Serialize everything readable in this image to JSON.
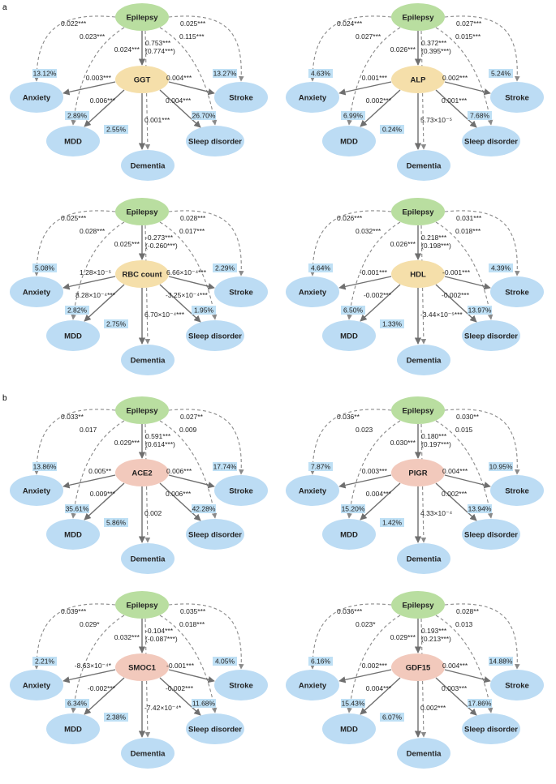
{
  "section_labels": [
    "a",
    "b"
  ],
  "colors": {
    "exposure": "#b9dea0",
    "mediator_blood": "#f5dfaa",
    "mediator_protein": "#f2c9bc",
    "outcome": "#bcdcf4",
    "pct_box": "#bfe0f5",
    "solid_arrow": "#6f6f6f",
    "dashed_arrow": "#8a8a8a"
  },
  "panels": [
    {
      "section": "a",
      "exposure": "Epilepsy",
      "mediator": "GGT",
      "mediator_type": "blood",
      "outcomes": [
        "Anxiety",
        "MDD",
        "Dementia",
        "Sleep disorder",
        "Stroke"
      ],
      "exposure_to_mediator": [
        "0.753***",
        "(0.774***)"
      ],
      "direct_outer_left": "0.022***",
      "direct_outer_right": "0.025***",
      "direct_inner_left": "0.023***",
      "direct_inner_right": "0.115***",
      "direct_center": "0.024***",
      "mediator_to_outcome": [
        "0.003***",
        "0.006***",
        "0.001***",
        "0.004***",
        "0.004***"
      ],
      "proportion_mediated": [
        "13.12%",
        "2.89%",
        "2.55%",
        "26.70%",
        "13.27%"
      ]
    },
    {
      "section": "a",
      "exposure": "Epilepsy",
      "mediator": "ALP",
      "mediator_type": "blood",
      "outcomes": [
        "Anxiety",
        "MDD",
        "Dementia",
        "Sleep disorder",
        "Stroke"
      ],
      "exposure_to_mediator": [
        "0.372***",
        "(0.395***)"
      ],
      "direct_outer_left": "0.024***",
      "direct_outer_right": "0.027***",
      "direct_inner_left": "0.027***",
      "direct_inner_right": "0.015***",
      "direct_center": "0.026***",
      "mediator_to_outcome": [
        "0.001***",
        "0.002***",
        "5.73×10⁻⁵",
        "0.001***",
        "0.002***"
      ],
      "proportion_mediated": [
        "4.63%",
        "6.99%",
        "0.24%",
        "7.68%",
        "5.24%"
      ]
    },
    {
      "section": "a",
      "exposure": "Epilepsy",
      "mediator": "RBC count",
      "mediator_type": "blood",
      "outcomes": [
        "Anxiety",
        "MDD",
        "Dementia",
        "Sleep disorder",
        "Stroke"
      ],
      "exposure_to_mediator": [
        "-0.273***",
        "(-0.260***)"
      ],
      "direct_outer_left": "0.025***",
      "direct_outer_right": "0.028***",
      "direct_inner_left": "0.028***",
      "direct_inner_right": "0.017***",
      "direct_center": "0.025***",
      "mediator_to_outcome": [
        "1.28×10⁻⁵",
        "8.28×10⁻⁴***",
        "6.70×10⁻⁴***",
        "-3.25×10⁻⁴***",
        "6.66×10⁻⁴***"
      ],
      "proportion_mediated": [
        "5.08%",
        "2.82%",
        "2.75%",
        "1.95%",
        "2.29%"
      ]
    },
    {
      "section": "a",
      "exposure": "Epilepsy",
      "mediator": "HDL",
      "mediator_type": "blood",
      "outcomes": [
        "Anxiety",
        "MDD",
        "Dementia",
        "Sleep disorder",
        "Stroke"
      ],
      "exposure_to_mediator": [
        "0.218***",
        "(0.198***)"
      ],
      "direct_outer_left": "0.026***",
      "direct_outer_right": "0.031***",
      "direct_inner_left": "0.032***",
      "direct_inner_right": "0.018***",
      "direct_center": "0.026***",
      "mediator_to_outcome": [
        "-0.001***",
        "-0.002***",
        "-3.44×10⁻⁵***",
        "-0.002***",
        "-0.001***"
      ],
      "proportion_mediated": [
        "4.64%",
        "6.50%",
        "1.33%",
        "13.97%",
        "4.39%"
      ]
    },
    {
      "section": "b",
      "exposure": "Epilepsy",
      "mediator": "ACE2",
      "mediator_type": "protein",
      "outcomes": [
        "Anxiety",
        "MDD",
        "Dementia",
        "Sleep disorder",
        "Stroke"
      ],
      "exposure_to_mediator": [
        "0.591***",
        "(0.614***)"
      ],
      "direct_outer_left": "0.033**",
      "direct_outer_right": "0.027**",
      "direct_inner_left": "0.017",
      "direct_inner_right": "0.009",
      "direct_center": "0.029***",
      "mediator_to_outcome": [
        "0.005**",
        "0.009***",
        "0.002",
        "0.006***",
        "0.006***"
      ],
      "proportion_mediated": [
        "13.86%",
        "35.61%",
        "5.86%",
        "42.28%",
        "17.74%"
      ]
    },
    {
      "section": "b",
      "exposure": "Epilepsy",
      "mediator": "PIGR",
      "mediator_type": "protein",
      "outcomes": [
        "Anxiety",
        "MDD",
        "Dementia",
        "Sleep disorder",
        "Stroke"
      ],
      "exposure_to_mediator": [
        "0.180***",
        "(0.197***)"
      ],
      "direct_outer_left": "0.036**",
      "direct_outer_right": "0.030**",
      "direct_inner_left": "0.023",
      "direct_inner_right": "0.015",
      "direct_center": "0.030***",
      "mediator_to_outcome": [
        "0.003***",
        "0.004***",
        "4.33×10⁻⁴",
        "0.002***",
        "0.004***"
      ],
      "proportion_mediated": [
        "7.87%",
        "15.20%",
        "1.42%",
        "13.94%",
        "10.95%"
      ]
    },
    {
      "section": "b",
      "exposure": "Epilepsy",
      "mediator": "SMOC1",
      "mediator_type": "protein",
      "outcomes": [
        "Anxiety",
        "MDD",
        "Dementia",
        "Sleep disorder",
        "Stroke"
      ],
      "exposure_to_mediator": [
        "-0.104***",
        "(-0.087***)"
      ],
      "direct_outer_left": "0.039***",
      "direct_outer_right": "0.035***",
      "direct_inner_left": "0.029*",
      "direct_inner_right": "0.018***",
      "direct_center": "0.032***",
      "mediator_to_outcome": [
        "-8.63×10⁻⁴*",
        "-0.002***",
        "-7.42×10⁻⁴*",
        "-0.002***",
        "-0.001***"
      ],
      "proportion_mediated": [
        "2.21%",
        "6.34%",
        "2.38%",
        "11.68%",
        "4.05%"
      ]
    },
    {
      "section": "b",
      "exposure": "Epilepsy",
      "mediator": "GDF15",
      "mediator_type": "protein",
      "outcomes": [
        "Anxiety",
        "MDD",
        "Dementia",
        "Sleep disorder",
        "Stroke"
      ],
      "exposure_to_mediator": [
        "0.193***",
        "(0.213***)"
      ],
      "direct_outer_left": "0.036***",
      "direct_outer_right": "0.028**",
      "direct_inner_left": "0.023*",
      "direct_inner_right": "0.013",
      "direct_center": "0.029***",
      "mediator_to_outcome": [
        "0.002***",
        "0.004***",
        "0.002***",
        "0.003***",
        "0.004***"
      ],
      "proportion_mediated": [
        "6.16%",
        "15.43%",
        "6.07%",
        "17.86%",
        "14.88%"
      ]
    }
  ]
}
